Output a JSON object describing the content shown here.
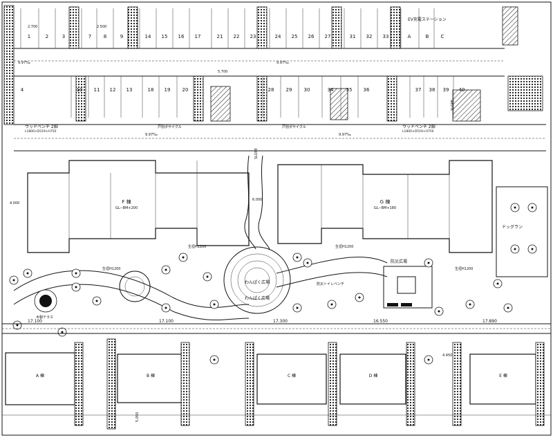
{
  "parking_top_row": [
    "1",
    "2",
    "3",
    "",
    "7",
    "8",
    "9",
    "14",
    "15",
    "16",
    "17",
    "21",
    "22",
    "23",
    "24",
    "25",
    "26",
    "27",
    "31",
    "32",
    "33",
    "A",
    "B",
    "C"
  ],
  "parking_second_row": [
    "4",
    "",
    "",
    "10",
    "11",
    "12",
    "13",
    "18",
    "19",
    "20",
    "",
    "28",
    "29",
    "30",
    "",
    "34",
    "35",
    "36",
    "",
    "37",
    "38",
    "39",
    "40"
  ],
  "dimensions": [
    "2.700",
    "2.500",
    "9.97‰",
    "17.100",
    "17.300",
    "16.550",
    "17.890",
    "4.000",
    "6.000",
    "4.450",
    "5.050",
    "5.700"
  ],
  "labels": {
    "ev_charger": "EV充電ステーション",
    "bench_left": "ウッドベンチ 2脚",
    "bench_left_size": "L1800×D519×H750",
    "bench_right": "ウッドベンチ 2脚",
    "bench_right_size": "L1800×D519×H750",
    "bldg_f": "F 棟",
    "bldg_f_gl": "GL−BM+200",
    "bldg_g": "G 棟",
    "bldg_g_gl": "GL−BM+180",
    "hedge_h1200_a": "生垣H1200",
    "hedge_h1200_b": "生垣H1200",
    "hedge_h1200_c": "生垣H1200",
    "hedge_h1200_d": "生垣H1200",
    "dog_run": "ドッグラン",
    "plaza": "わんぱく広場",
    "plaza_sub": "わんぱく広場",
    "disaster_plaza": "防災広場",
    "toilet_bench": "防災トイレベンチ",
    "wood_terrace": "木製テラス",
    "bldg_a": "A 棟",
    "bldg_b": "B 棟",
    "bldg_c": "C 棟",
    "bldg_d": "D 棟",
    "bldg_e": "E 棟",
    "slope": "SLOPE",
    "cycle_a": "戸別ポサイクル",
    "cycle_b": "戸別ポサイクル"
  }
}
